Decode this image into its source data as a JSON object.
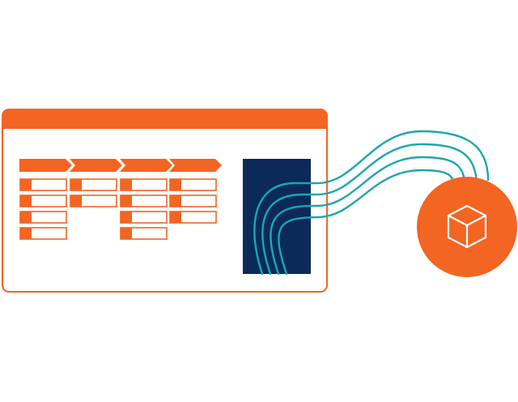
{
  "colors": {
    "accent": "#f26522",
    "panel_dark": "#0b2a5b",
    "line": "#1aa7b0",
    "background": "#ffffff",
    "icon_stroke": "#ffffff"
  },
  "window": {
    "titlebar_icon": "none"
  },
  "pipeline": {
    "stage_count": 4,
    "stages": [
      {
        "name": "stage-1",
        "items": 4
      },
      {
        "name": "stage-2",
        "items": 2
      },
      {
        "name": "stage-3",
        "items": 4
      },
      {
        "name": "stage-4",
        "items": 3
      }
    ]
  },
  "connector": {
    "line_count": 4
  },
  "target": {
    "icon": "cube-icon"
  }
}
